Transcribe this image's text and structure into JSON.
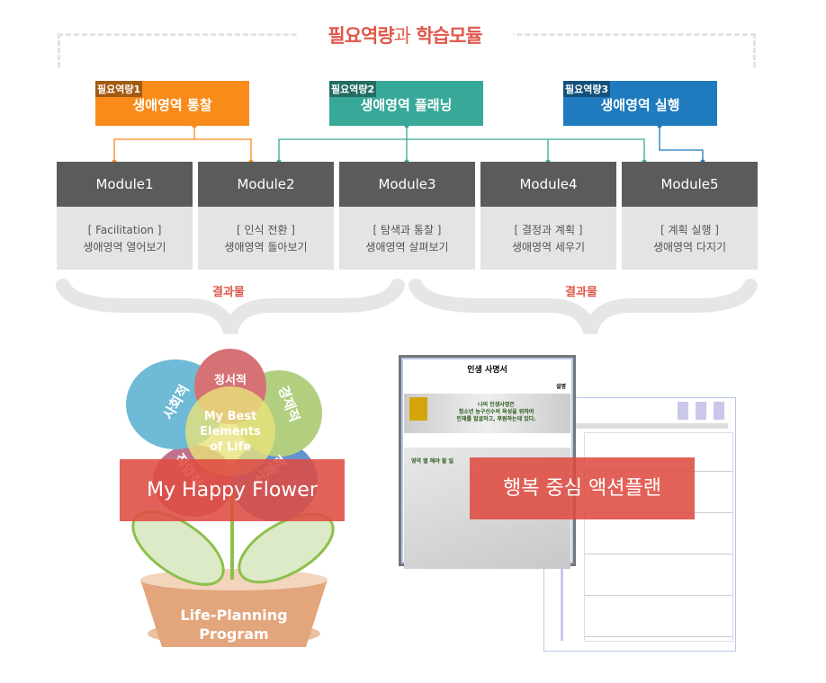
{
  "title": {
    "main": "필요역량",
    "joint": "과",
    "rest": "학습모듈"
  },
  "competencies": [
    {
      "tag": "필요역량1",
      "label": "생애영역 통찰",
      "color": "#f98b1a"
    },
    {
      "tag": "필요역량2",
      "label": "생애영역 플래닝",
      "color": "#38a898"
    },
    {
      "tag": "필요역량3",
      "label": "생애영역 실행",
      "color": "#1f7bbd"
    }
  ],
  "modules": [
    {
      "name": "Module1",
      "topic": "[ Facilitation ]",
      "desc": "생애영역 열어보기"
    },
    {
      "name": "Module2",
      "topic": "[ 인식 전환 ]",
      "desc": "생애영역 돌아보기"
    },
    {
      "name": "Module3",
      "topic": "[ 탐색과 통찰 ]",
      "desc": "생애영역 살펴보기"
    },
    {
      "name": "Module4",
      "topic": "[ 결정과 계획 ]",
      "desc": "생애영역 세우기"
    },
    {
      "name": "Module5",
      "topic": "[ 계획 실행 ]",
      "desc": "생애영역 다지기"
    }
  ],
  "results": [
    "결과물",
    "결과물"
  ],
  "flower": {
    "petals": [
      "사회적",
      "정서적",
      "경제적",
      "신체적",
      "직업적"
    ],
    "center": [
      "My Best",
      "Elements",
      "of Life"
    ],
    "pot": [
      "Life-Planning",
      "Program"
    ],
    "banner": "My Happy Flower"
  },
  "action": {
    "doc_title": "인생 사명서",
    "doc_tag": "설명",
    "mission": [
      "나의 인생사명은",
      "청소년 농구선수의 육성을 위하여",
      "인재를 발굴하고, 후원하는데 있다."
    ],
    "section": "영역 별 해야 할 일",
    "banner": "행복 중심 액션플랜"
  }
}
